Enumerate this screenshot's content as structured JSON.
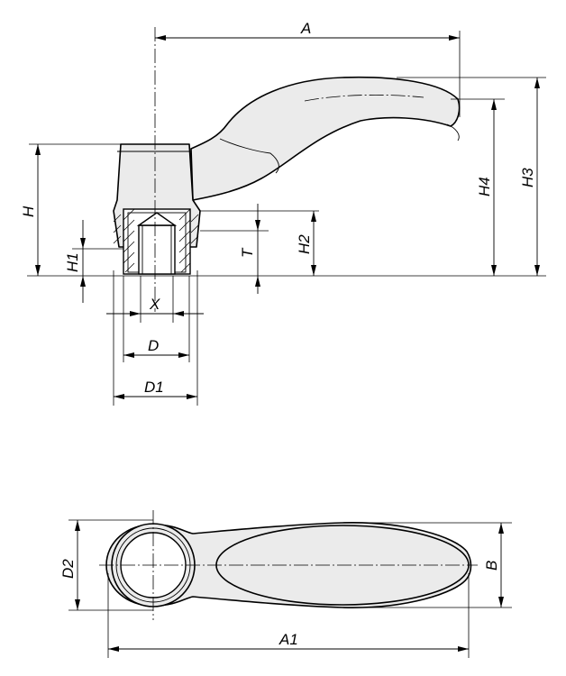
{
  "labels": {
    "A": "A",
    "A1": "A1",
    "B": "B",
    "D": "D",
    "D1": "D1",
    "D2": "D2",
    "H": "H",
    "H1": "H1",
    "H2": "H2",
    "H3": "H3",
    "H4": "H4",
    "T": "T",
    "X": "X"
  }
}
